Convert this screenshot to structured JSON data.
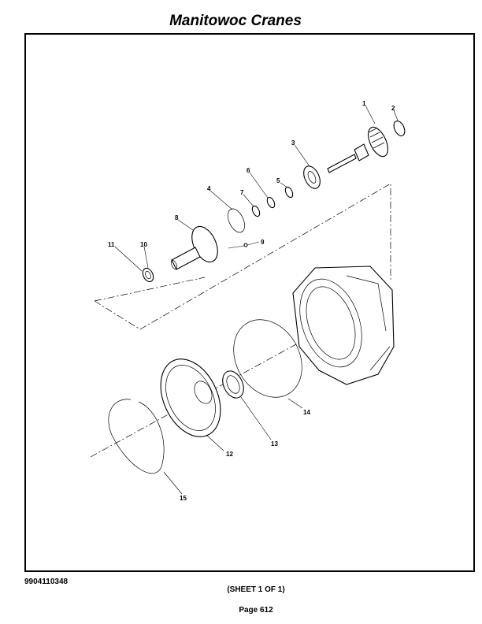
{
  "header": {
    "title": "Manitowoc Cranes"
  },
  "footer": {
    "document_number": "9904110348",
    "sheet": "(SHEET 1 OF 1)",
    "page": "Page 612"
  },
  "callouts": [
    "1",
    "2",
    "3",
    "4",
    "5",
    "6",
    "7",
    "8",
    "9",
    "10",
    "11",
    "12",
    "13",
    "14",
    "15"
  ]
}
